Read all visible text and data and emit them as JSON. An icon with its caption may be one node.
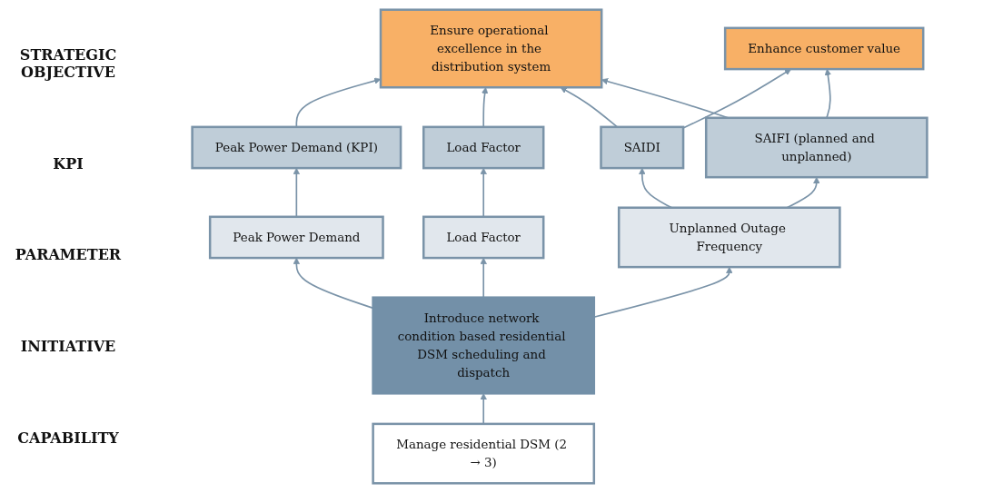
{
  "diagram": {
    "nodes": [
      {
        "text": [
          "Ensure operational excellence in the distribution system"
        ]
      },
      {
        "text": [
          "Enhance customer value"
        ]
      },
      {
        "text": [
          "Peak Power Demand (KPI)"
        ]
      },
      {
        "text": [
          "Load Factor"
        ]
      },
      {
        "text": [
          "SAIDI"
        ]
      },
      {
        "text": [
          "SAIFI (planned and unplanned)"
        ]
      },
      {
        "text": [
          "Peak Power Demand"
        ]
      },
      {
        "text": [
          "Load Factor"
        ]
      },
      {
        "text": [
          "Unplanned Outage Frequency"
        ]
      },
      {
        "text": [
          "Introduce network condition based residential DSM scheduling and dispatch"
        ]
      },
      {
        "text": [
          "Manage residential DSM (2 → 3)"
        ]
      }
    ],
    "edges": [
      {
        "from": 2,
        "to": 0,
        "arrow": "to"
      },
      {
        "from": 3,
        "to": 0,
        "arrow": "to"
      },
      {
        "from": 4,
        "to": 0,
        "arrow": "to"
      },
      {
        "from": 5,
        "to": 0,
        "arrow": "to"
      },
      {
        "from": 4,
        "to": 1,
        "arrow": "to"
      },
      {
        "from": 5,
        "to": 1,
        "arrow": "to"
      },
      {
        "from": 6,
        "to": 2,
        "arrow": "to"
      },
      {
        "from": 7,
        "to": 3,
        "arrow": "to"
      },
      {
        "from": 8,
        "to": 4,
        "arrow": "to"
      },
      {
        "from": 8,
        "to": 5,
        "arrow": "to"
      },
      {
        "from": 9,
        "to": 6,
        "arrow": "to"
      },
      {
        "from": 9,
        "to": 7,
        "arrow": "to"
      },
      {
        "from": 9,
        "to": 8,
        "arrow": "to"
      },
      {
        "from": 10,
        "to": 9,
        "arrow": "to"
      }
    ],
    "labels": [
      "STRATEGIC OBJECTIVE",
      "KPI",
      "PARAMETER",
      "INITIATIVE",
      "CAPABILITY"
    ]
  }
}
